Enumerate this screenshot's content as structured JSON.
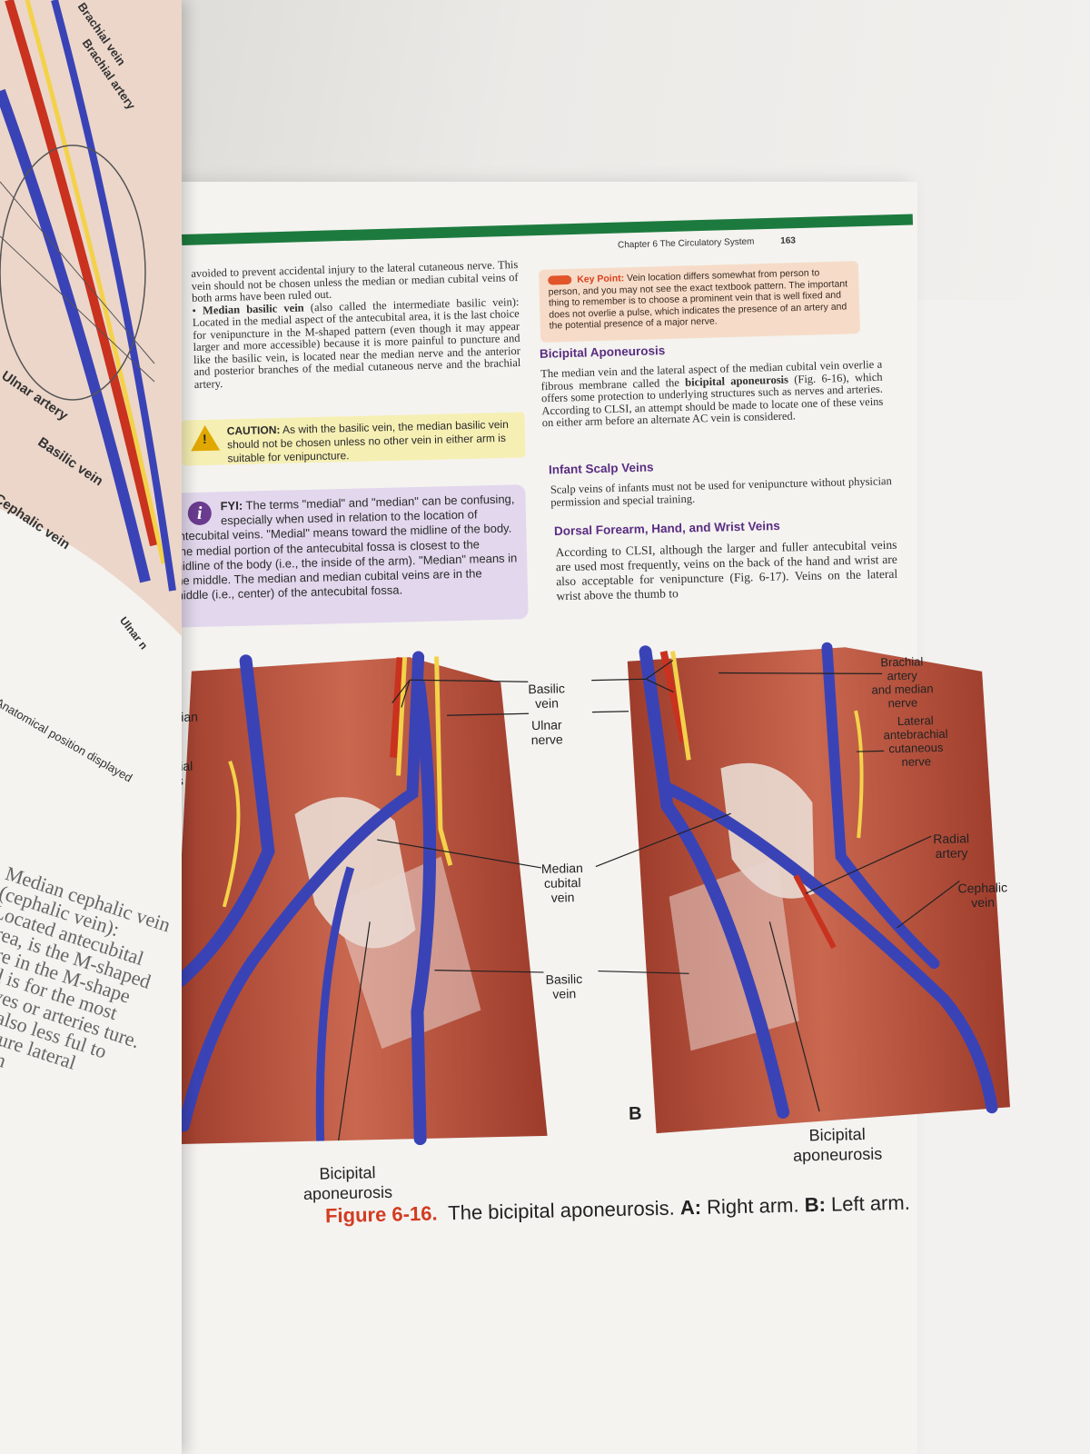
{
  "running_head": {
    "chapter": "Chapter 6  The Circulatory System",
    "page_number": "163"
  },
  "left_column": {
    "para1": "avoided to prevent accidental injury to the lateral cutaneous nerve. This vein should not be chosen unless the median or median cubital veins of both arms have been ruled out.",
    "bullet_term": "Median basilic vein",
    "bullet_text": " (also called the intermediate basilic vein): Located in the medial aspect of the antecubital area, it is the last choice for venipuncture in the M-shaped pattern (even though it may appear larger and more accessible) because it is more painful to puncture and like the basilic vein, is located near the median nerve and the anterior and posterior branches of the medial cutaneous nerve and the brachial artery."
  },
  "caution": {
    "label": "CAUTION:",
    "text": " As with the basilic vein, the median basilic vein should not be chosen unless no other vein in either arm is suitable for venipuncture."
  },
  "fyi": {
    "label": "FYI:",
    "text": " The terms \"medial\" and \"median\" can be confusing, especially when used in relation to the location of antecubital veins. \"Medial\" means toward the midline of the body. The medial portion of the antecubital fossa is closest to the midline of the body (i.e., the inside of the arm). \"Median\" means in the middle. The median and median cubital veins are in the middle (i.e., center) of the antecubital fossa."
  },
  "key_point": {
    "label": "Key Point:",
    "text": " Vein location differs somewhat from person to person, and you may not see the exact textbook pattern. The important thing to remember is to choose a prominent vein that is well fixed and does not overlie a pulse, which indicates the presence of an artery and the potential presence of a major nerve."
  },
  "sections": {
    "bicipital": {
      "heading": "Bicipital Aponeurosis",
      "text_pre": "The median vein and the lateral aspect of the median cubital vein overlie a fibrous membrane called the ",
      "term": "bicipital aponeurosis",
      "text_post": " (Fig. 6-16), which offers some protection to underlying structures such as nerves and arteries. According to CLSI, an attempt should be made to locate one of these veins on either arm before an alternate AC vein is considered."
    },
    "infant": {
      "heading": "Infant Scalp Veins",
      "text": "Scalp veins of infants must not be used for venipuncture without physician permission and special training."
    },
    "dorsal": {
      "heading": "Dorsal Forearm, Hand, and Wrist Veins",
      "text": "According to CLSI, although the larger and fuller antecubital veins are used most frequently, veins on the back of the hand and wrist are also acceptable for venipuncture (Fig. 6-17). Veins on the lateral wrist above the thumb to"
    }
  },
  "figure": {
    "labels": {
      "basilic_vein_top": "Basilic\nvein",
      "ulnar_nerve": "Ulnar\nnerve",
      "median_cubital_vein": "Median\ncubital\nvein",
      "basilic_vein_bottom": "Basilic\nvein",
      "bicipital_left": "Bicipital\naponeurosis",
      "bicipital_right": "Bicipital\naponeurosis",
      "brachial_artery": "Brachial\nartery\nand median\nnerve",
      "lateral_antebrachial": "Lateral\nantebrachial\ncutaneous\nnerve",
      "radial_artery": "Radial\nartery",
      "cephalic_vein": "Cephalic\nvein",
      "panel_b": "B",
      "cut_chial": "chial\nery\nmedian\nve",
      "cut_ral": "ral\nbrachial\nneous\ne",
      "cut_lic": "lic"
    },
    "caption": {
      "number": "Figure 6-16.",
      "text": " The bicipital aponeurosis. ",
      "a": "A:",
      "a_text": " Right arm. ",
      "b": "B:",
      "b_text": " Left arm."
    }
  },
  "left_page": {
    "labels": {
      "ulnar_artery": "Ulnar artery",
      "basilic_vein": "Basilic vein",
      "cephalic_vein": "Cephalic vein",
      "anatomical_position": "Anatomical position displayed",
      "top1": "Brachial vein",
      "top2": "Brachial artery",
      "ulnar_small": "Ulnar n"
    },
    "body": "Median cephalic vein (cephalic vein): Located antecubital area, is the M-shaped ture in the M-shape and is for the most nerves or arteries ture. It is also less ful to puncture lateral portion"
  },
  "colors": {
    "green_bar": "#1d7a3e",
    "purple_heading": "#5a2d82",
    "caption_red": "#d23c21",
    "vein_blue": "#3a43b6",
    "muscle_red": "#b8523f",
    "artery_red": "#c8321f",
    "nerve_yellow": "#f3d24a"
  }
}
